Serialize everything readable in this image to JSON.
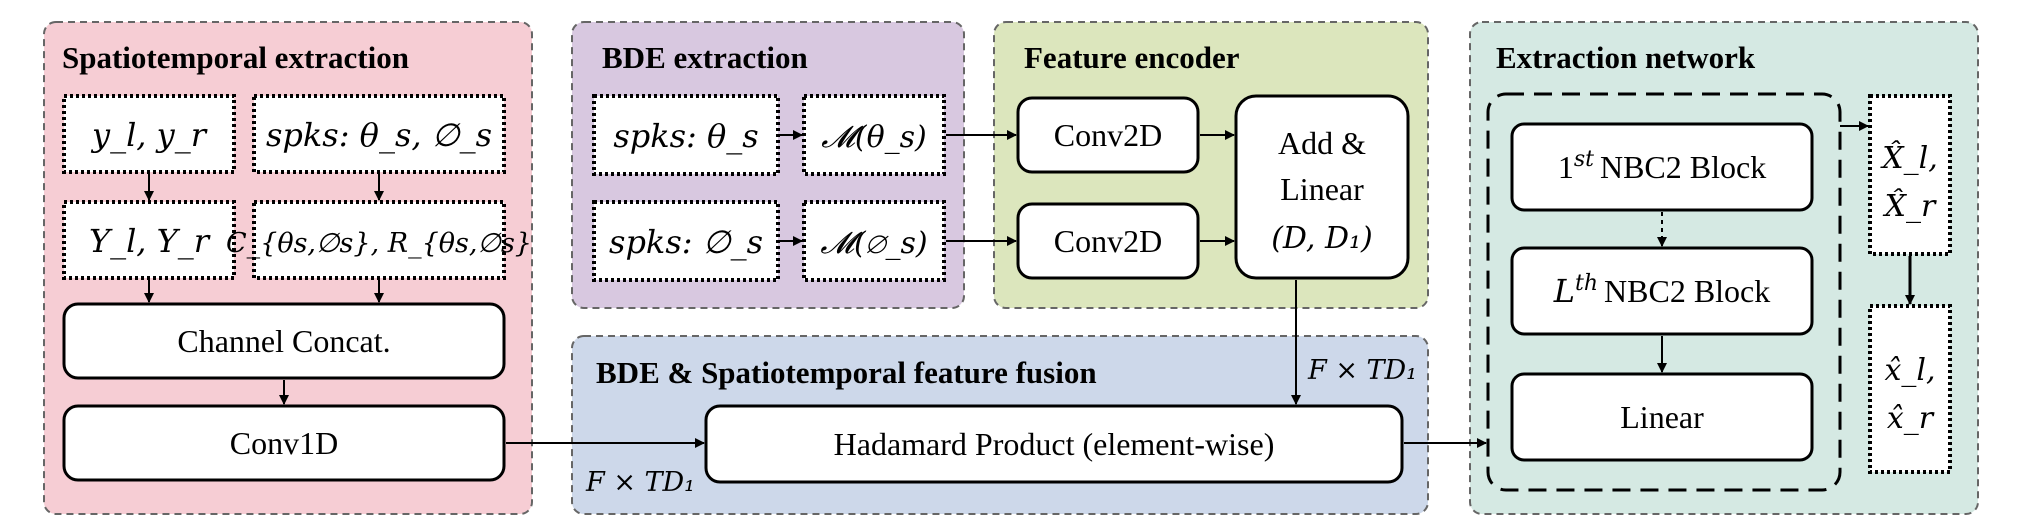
{
  "panels": {
    "spatiotemporal": {
      "title": "Spatiotemporal extraction",
      "fill": "#f6cdd4"
    },
    "bde": {
      "title": "BDE extraction",
      "fill": "#d8c8e0"
    },
    "encoder": {
      "title": "Feature encoder",
      "fill": "#dce6bd"
    },
    "fusion": {
      "title": "BDE & Spatiotemporal feature fusion",
      "fill": "#cdd8ea"
    },
    "network": {
      "title": "Extraction network",
      "fill": "#d5e9e3"
    }
  },
  "spatiotemporal": {
    "mic_inputs": "y_l, y_r",
    "spk_inputs": "spks: θ_s, ∅_s",
    "stft": "Y_l, Y_r",
    "features": "C_{θs,∅s}, R_{θs,∅s}",
    "concat": "Channel Concat.",
    "conv1d": "Conv1D"
  },
  "bde": {
    "spk_azimuth": "spks: θ_s",
    "map_azimuth": "𝓜(θ_s)",
    "spk_elevation": "spks: ∅_s",
    "map_elevation": "𝓜(∅_s)"
  },
  "encoder": {
    "conv_top": "Conv2D",
    "conv_bottom": "Conv2D",
    "add_line1": "Add &",
    "add_line2": "Linear",
    "add_line3": "(D, D₁)"
  },
  "fusion": {
    "hadamard": "Hadamard Product (element-wise)",
    "dim_top": "F × TD₁",
    "dim_bottom": "F × TD₁"
  },
  "network": {
    "block_first_sup": "st",
    "block_first_rest": "NBC2 Block",
    "block_last_sup": "th",
    "block_last_rest": "NBC2 Block",
    "linear": "Linear",
    "out_spec_l": "X̂_l,",
    "out_spec_r": "X̂_r",
    "out_wave_l": "x̂_l,",
    "out_wave_r": "x̂_r"
  }
}
